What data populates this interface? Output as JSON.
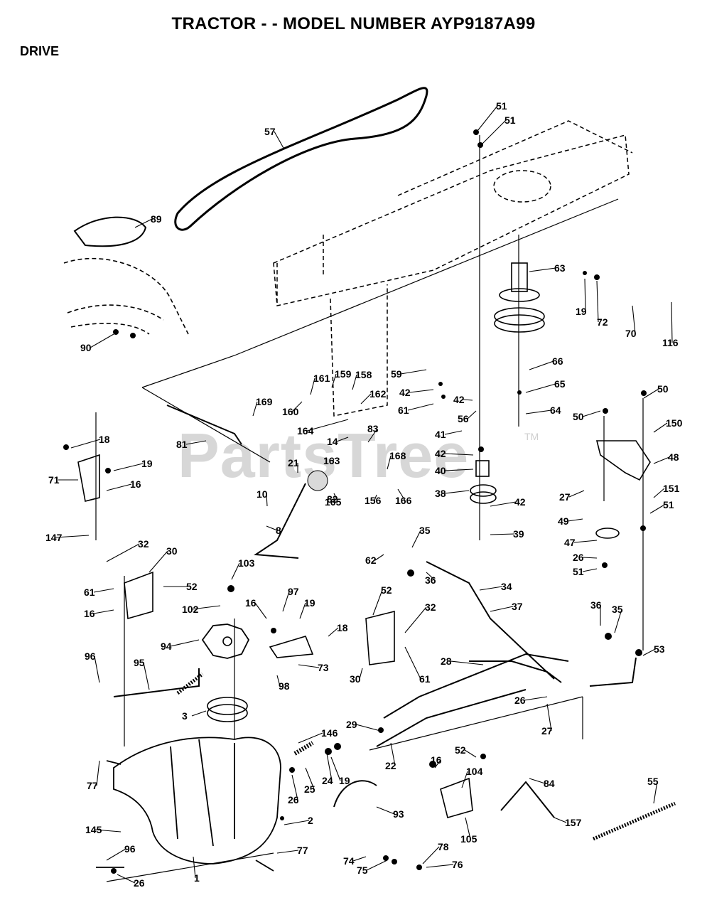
{
  "title": "TRACTOR - - MODEL NUMBER AYP9187A99",
  "section": "DRIVE",
  "watermark": "PartsTree",
  "watermark_tm": "TM",
  "callouts": [
    "57",
    "89",
    "90",
    "51",
    "51",
    "63",
    "19",
    "72",
    "70",
    "116",
    "169",
    "161",
    "159",
    "158",
    "160",
    "162",
    "59",
    "42",
    "61",
    "42",
    "56",
    "66",
    "65",
    "64",
    "81",
    "18",
    "19",
    "71",
    "16",
    "147",
    "164",
    "14",
    "83",
    "163",
    "21",
    "82",
    "10",
    "8",
    "165",
    "156",
    "166",
    "168",
    "41",
    "42",
    "40",
    "38",
    "42",
    "39",
    "50",
    "150",
    "50",
    "48",
    "27",
    "151",
    "51",
    "49",
    "47",
    "26",
    "51",
    "32",
    "30",
    "61",
    "52",
    "16",
    "103",
    "102",
    "97",
    "94",
    "62",
    "35",
    "36",
    "34",
    "37",
    "96",
    "95",
    "3",
    "98",
    "16",
    "19",
    "18",
    "73",
    "52",
    "32",
    "30",
    "61",
    "36",
    "35",
    "53",
    "28",
    "26",
    "27",
    "29",
    "22",
    "146",
    "19",
    "24",
    "25",
    "26",
    "77",
    "145",
    "2",
    "93",
    "16",
    "52",
    "104",
    "84",
    "105",
    "157",
    "55",
    "96",
    "26",
    "1",
    "77",
    "74",
    "75",
    "78",
    "76"
  ]
}
